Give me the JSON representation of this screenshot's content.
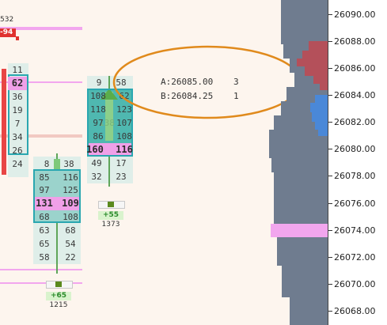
{
  "price_axis": {
    "labels": [
      "26090.00",
      "26088.00",
      "26086.00",
      "26084.00",
      "26082.00",
      "26080.00",
      "26078.00",
      "26076.00",
      "26074.00",
      "26072.00",
      "26070.00",
      "26068.00"
    ]
  },
  "left_column": {
    "top_value": "532",
    "delta_value": "-94",
    "cells": [
      "11",
      "62",
      "36",
      "19",
      "7",
      "34",
      "26",
      "24"
    ]
  },
  "column_a": {
    "bid": [
      "8",
      "85",
      "97",
      "131",
      "68",
      "63",
      "65",
      "58"
    ],
    "ask": [
      "38",
      "116",
      "125",
      "109",
      "108",
      "68",
      "54",
      "22"
    ],
    "delta": "+65",
    "volume": "1215"
  },
  "column_b": {
    "bid": [
      "9",
      "108",
      "118",
      "97",
      "86",
      "160",
      "49",
      "32"
    ],
    "ask": [
      "58",
      "62",
      "123",
      "107",
      "108",
      "116",
      "17",
      "23"
    ],
    "delta": "+55",
    "volume": "1373",
    "overlay_text": "138"
  },
  "info": {
    "ask_line": "A:26085.00",
    "ask_size": "3",
    "bid_line": "B:26084.25",
    "bid_size": "1"
  },
  "colors": {
    "highlight_pink": "#f0a0e8",
    "box_teal": "#2aa7b0",
    "profile_gray": "#6f7c8f",
    "ask_red": "#b4505a",
    "bid_blue": "#4a88d8",
    "annotation_orange": "#e08a1c"
  }
}
